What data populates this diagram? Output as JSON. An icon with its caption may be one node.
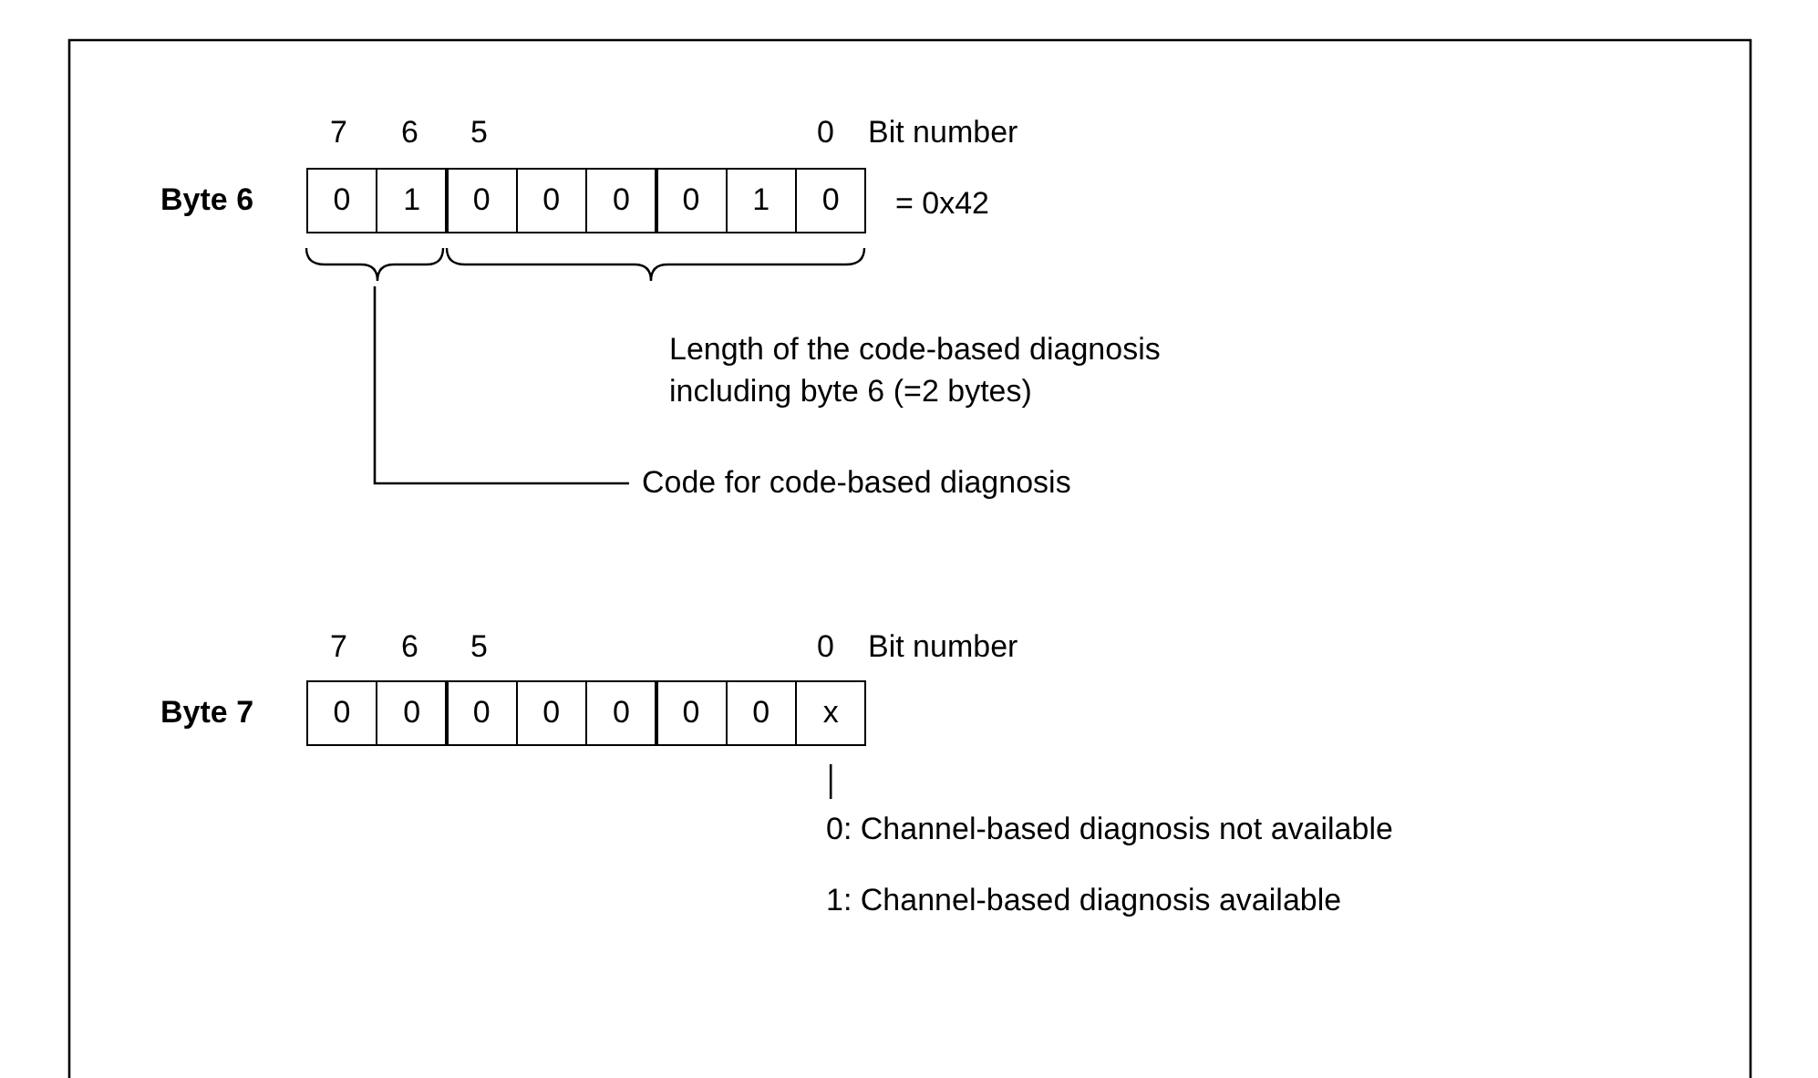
{
  "diagram": {
    "nodes": [
      {
        "text": [
          "0"
        ]
      },
      {
        "text": [
          "1"
        ]
      },
      {
        "text": [
          "0"
        ]
      },
      {
        "text": [
          "0"
        ]
      },
      {
        "text": [
          "0"
        ]
      },
      {
        "text": [
          "0"
        ]
      },
      {
        "text": [
          "1"
        ]
      },
      {
        "text": [
          "0"
        ]
      },
      {
        "text": [],
        "shape": "bracket"
      },
      {
        "text": [
          "Code for code-based diagnosis"
        ]
      },
      {
        "text": [
          "0"
        ]
      },
      {
        "text": [
          "0"
        ]
      },
      {
        "text": [
          "0"
        ]
      },
      {
        "text": [
          "0"
        ]
      },
      {
        "text": [
          "0"
        ]
      },
      {
        "text": [
          "0"
        ]
      },
      {
        "text": [
          "0"
        ]
      },
      {
        "text": [
          "x"
        ]
      },
      {
        "text": [
          "0: Channel-based diagnosis not available"
        ]
      }
    ],
    "edges": [
      {
        "from": 9,
        "to": 8,
        "arrow": "none"
      },
      {
        "from": 18,
        "to": 17,
        "arrow": "none"
      }
    ],
    "labels": [
      "7",
      "6",
      "5",
      "0",
      "Bit number",
      "Byte 6",
      "= 0x42",
      "Length of the code-based diagnosis including byte 6 (=2 bytes)",
      "7",
      "6",
      "5",
      "0",
      "Bit number",
      "Byte 7",
      "1: Channel-based diagnosis available"
    ]
  }
}
